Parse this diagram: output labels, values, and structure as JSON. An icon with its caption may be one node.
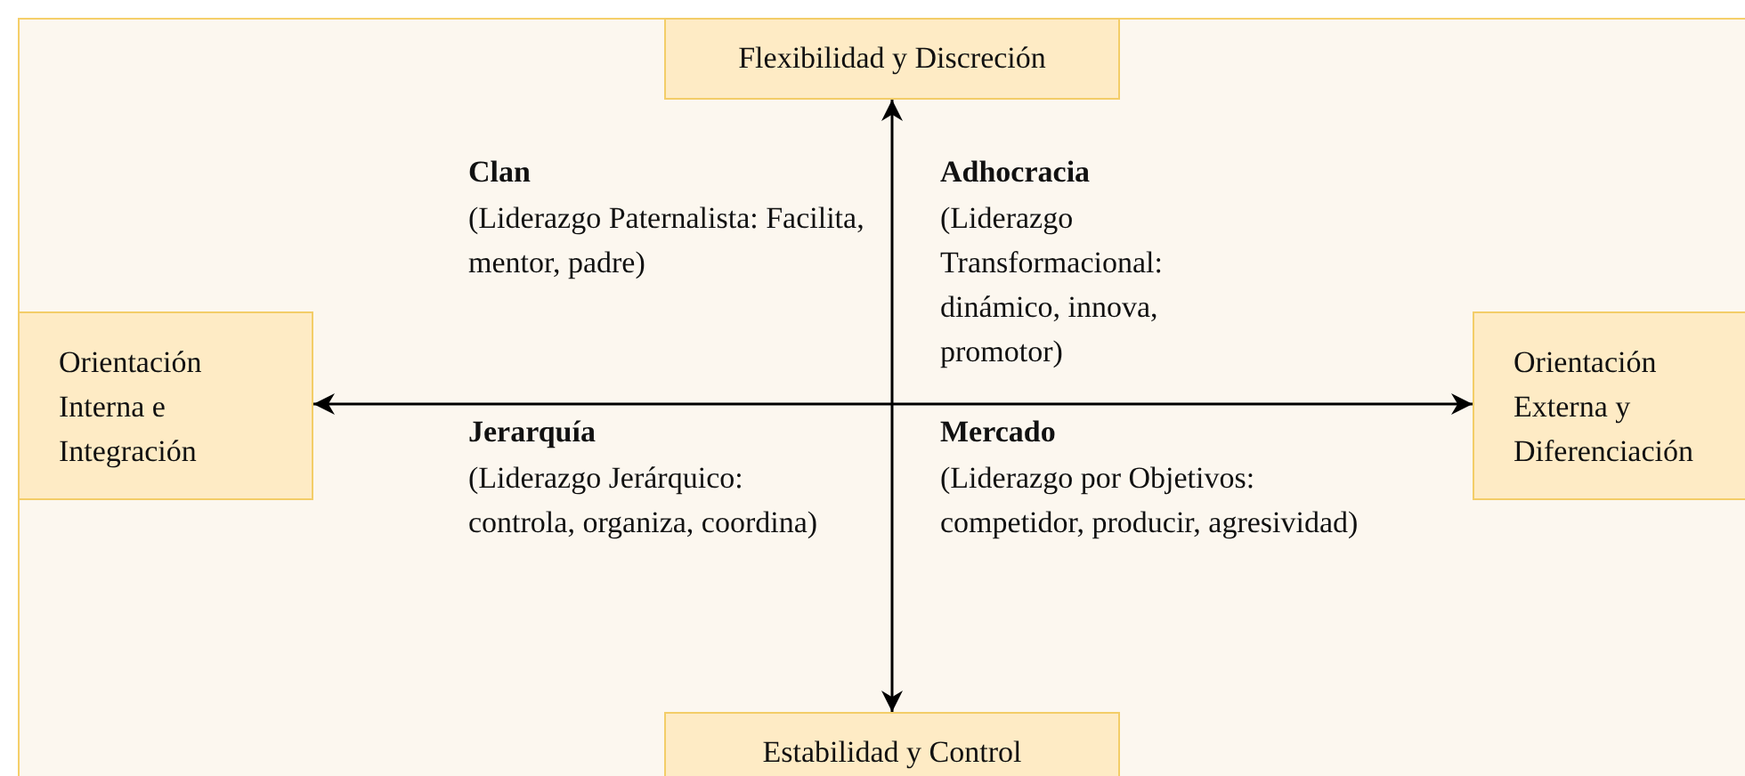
{
  "diagram": {
    "nodes": [
      {
        "text": [
          "Flexibilidad y Discreción"
        ]
      },
      {
        "text": [
          "Orientación Interna e Integración"
        ]
      },
      {
        "text": [
          "Orientación Externa y Diferenciación"
        ]
      },
      {
        "text": [
          "Estabilidad y Control"
        ]
      }
    ],
    "edges": [
      {
        "from": 1,
        "to": 2,
        "arrow": "both"
      },
      {
        "from": 0,
        "to": 3,
        "arrow": "both"
      }
    ],
    "labels": [
      "Clan",
      "(Liderazgo Paternalista: Facilita, mentor, padre)",
      "Adhocracia",
      "(Liderazgo Transformacional: dinámico, innova, promotor)",
      "Jerarquía",
      "(Liderazgo Jerárquico: controla, organiza, coordina)",
      "Mercado",
      "(Liderazgo por Objetivos: competidor, producir, agresividad)"
    ]
  }
}
